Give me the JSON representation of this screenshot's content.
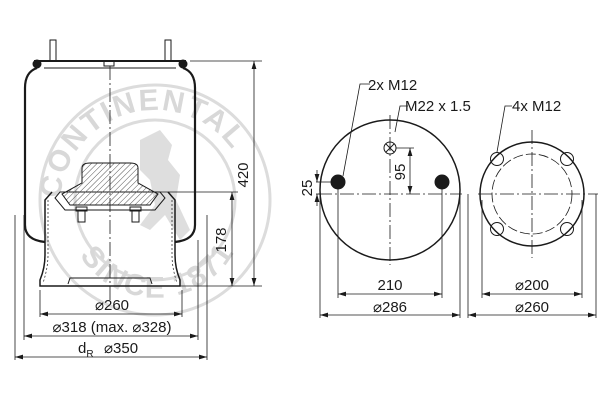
{
  "watermark": {
    "top_text": "CONTINENTAL",
    "bottom_text": "SINCE 1871",
    "color": "#d8d8d8"
  },
  "side_view": {
    "height_overall": "420",
    "height_piston": "178",
    "dia_piston_bottom": "⌀260",
    "dia_bellow": "⌀318 (max. ⌀328)",
    "dia_rolling_prefix": "d",
    "dia_rolling_sub": "R",
    "dia_rolling_value": "⌀350"
  },
  "top_plate_view": {
    "label_studs": "2x M12",
    "label_air_inlet": "M22 x 1.5",
    "dim_offset_vertical": "95",
    "dim_stud_offset": "25",
    "dim_stud_spacing": "210",
    "dia_plate": "⌀286"
  },
  "bottom_plate_view": {
    "label_holes": "4x M12",
    "dia_bolt_circle": "⌀200",
    "dia_plate": "⌀260"
  },
  "colors": {
    "line": "#1a1a1a",
    "watermark": "#d8d8d8",
    "hatch": "#555555"
  }
}
